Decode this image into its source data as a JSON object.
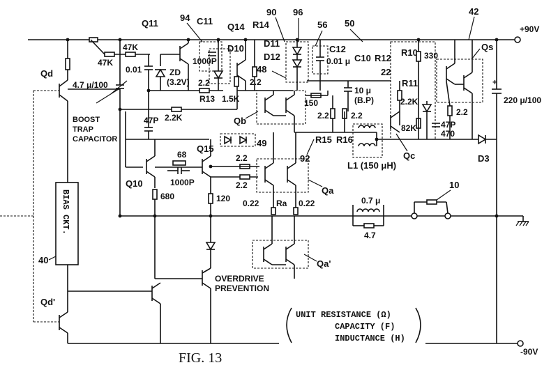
{
  "figure": {
    "title": "FIG. 13"
  },
  "rails": {
    "positive": "+90V",
    "negative": "-90V"
  },
  "blocks": {
    "bias": "BIAS CKT.",
    "boost_trap": [
      "BOOST",
      "TRAP",
      "CAPACITOR"
    ],
    "overdrive": [
      "OVERDRIVE",
      "PREVENTION"
    ]
  },
  "legend": {
    "unit_resistance": "UNIT  RESISTANCE (Ω)",
    "capacity": "CAPACITY (F)",
    "inductance": "INDUCTANCE (H)"
  },
  "refs": {
    "r94": "94",
    "r90": "90",
    "r96": "96",
    "r56": "56",
    "r50": "50",
    "r42": "42",
    "r48": "48",
    "r22": "22",
    "r49": "49",
    "r92": "92",
    "r10": "10",
    "r40": "40"
  },
  "transistors": {
    "Qd": "Qd",
    "Qd2": "Qd'",
    "Q11": "Q11",
    "Q14": "Q14",
    "Qb": "Qb",
    "Qs": "Qs",
    "Qc": "Qc",
    "Q10": "Q10",
    "Q15": "Q15",
    "Qa": "Qa",
    "Qa2": "Qa'"
  },
  "components": {
    "C11": "C11",
    "C11v": "1000P",
    "R14": "R14",
    "D10": "D10",
    "D11": "D11",
    "D12": "D12",
    "C12": "C12",
    "C12v": "0.01 μ",
    "C10": "C10",
    "C10v": "10 μ",
    "C10t": "(B.P)",
    "R12": "R12",
    "R10": "R10",
    "R10v": "330",
    "R11": "R11",
    "v47K_a": "47K",
    "v47K_b": "47K",
    "v001": "0.01",
    "ZD": "ZD",
    "ZDv": "(3.2V)",
    "v22_r13": "2.2",
    "R13": "R13",
    "v22K_a": "2.2K",
    "v15K": "1.5K",
    "v22_r14": "2.2",
    "v150": "150",
    "v22_r15": "2.2",
    "v22_r16": "2.2",
    "R15": "R15",
    "R16": "R16",
    "v22K_c": "2.2K",
    "v82K": "82K",
    "v22_qs": "2.2",
    "v47P_qs": "47P",
    "v470": "470",
    "v220": "220 μ/100",
    "plus": "+",
    "D3": "D3",
    "L1": "L1 (150 μH)",
    "v47P": "47P",
    "v68": "68",
    "v1000P": "1000P",
    "v680": "680",
    "v120": "120",
    "v22_qa1": "2.2",
    "v22_qa2": "2.2",
    "v022a": "0.22",
    "Ra": "Ra",
    "v022b": "0.22",
    "v07u": "0.7 μ",
    "v47": "4.7",
    "boost_val": "4.7 μ/100"
  }
}
